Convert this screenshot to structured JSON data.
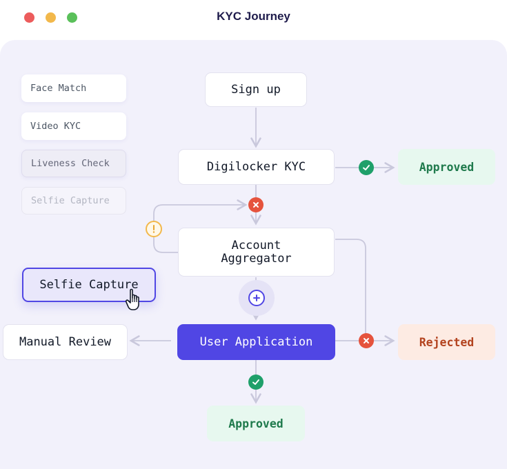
{
  "window": {
    "title": "KYC Journey",
    "controls": [
      "close",
      "minimize",
      "maximize"
    ],
    "colors": {
      "close": "#ec5c5c",
      "minimize": "#f2b84b",
      "maximize": "#5ac05a"
    }
  },
  "sidebar": {
    "options": [
      {
        "label": "Face Match",
        "state": "enabled"
      },
      {
        "label": "Video KYC",
        "state": "enabled"
      },
      {
        "label": "Liveness Check",
        "state": "muted"
      },
      {
        "label": "Selfie Capture",
        "state": "faded"
      }
    ]
  },
  "dragging": {
    "label": "Selfie Capture"
  },
  "flow": {
    "sign_up": "Sign up",
    "digilocker_kyc": "Digilocker KYC",
    "account_aggregator": "Account\nAggregator",
    "user_application": "User Application",
    "manual_review": "Manual Review"
  },
  "results": {
    "approved_top": "Approved",
    "rejected": "Rejected",
    "approved_bottom": "Approved"
  },
  "colors": {
    "accent": "#5046e4",
    "approved_bg": "#e7f8ef",
    "approved_text": "#1f7a4c",
    "rejected_bg": "#fdebe3",
    "rejected_text": "#b3431f",
    "success": "#1fa06a",
    "error": "#e5533d",
    "warning": "#f2b84b",
    "connector": "#c9c8dc"
  },
  "icons": {
    "success": "check-circle-icon",
    "error": "x-circle-icon",
    "warning": "exclamation-circle-icon",
    "add": "plus-circle-icon",
    "cursor": "hand-pointer-icon"
  }
}
